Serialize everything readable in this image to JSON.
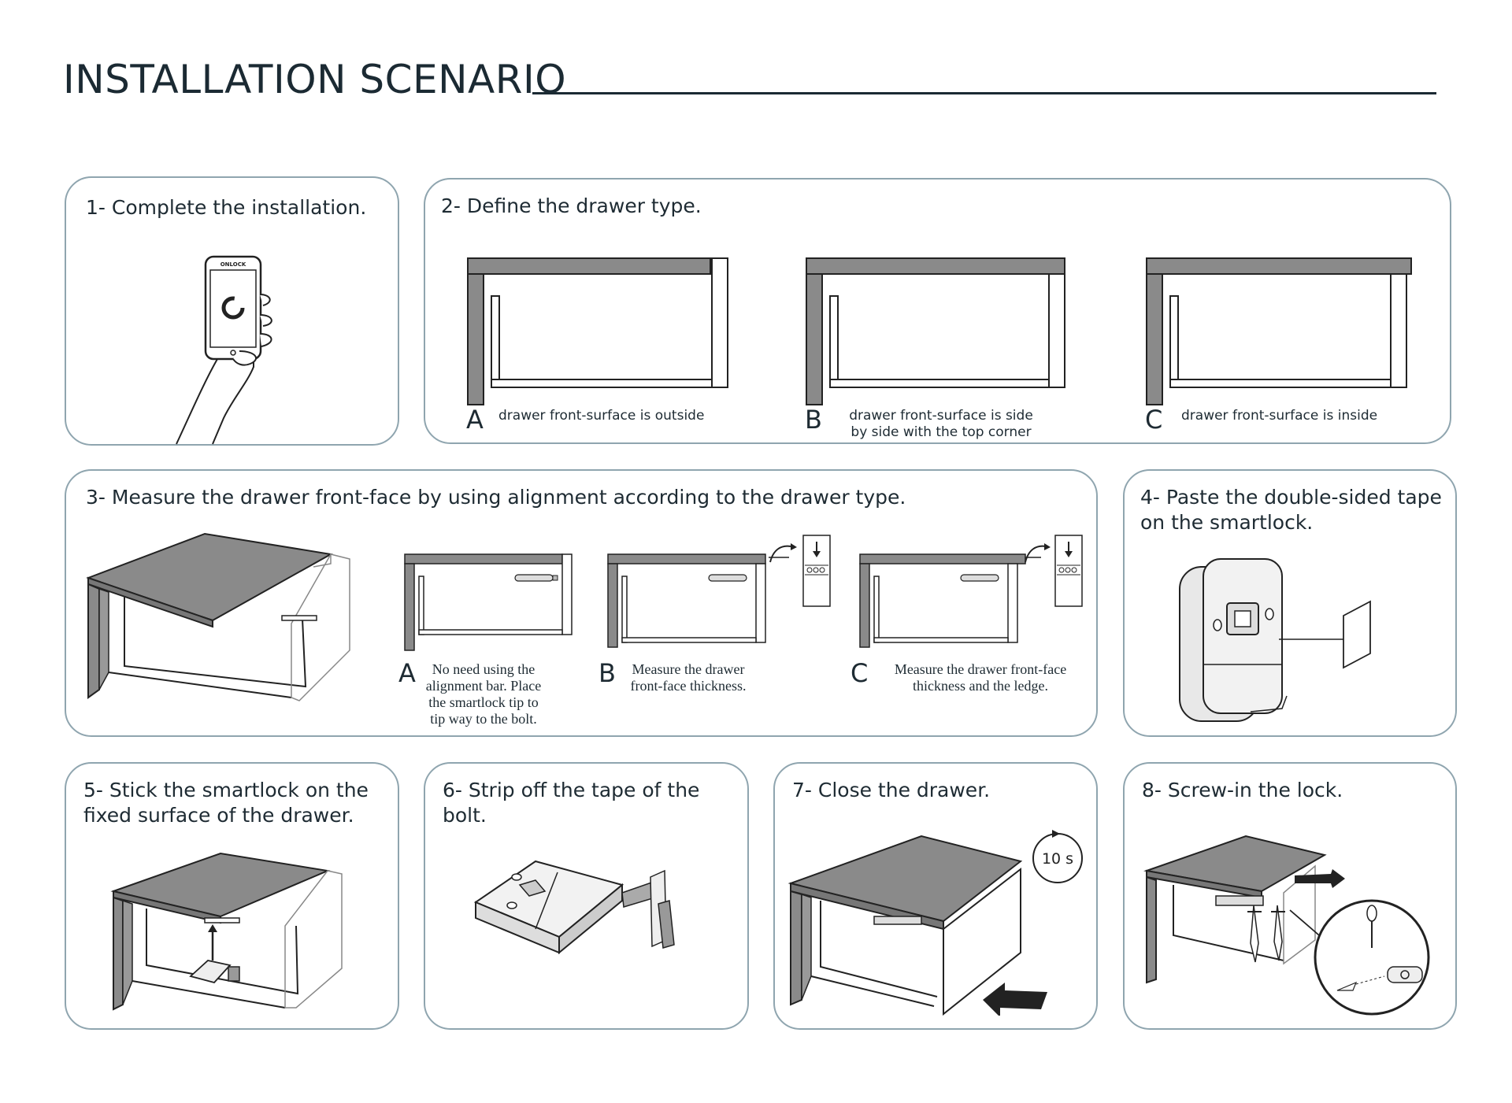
{
  "header": {
    "title": "INSTALLATION SCENARIO"
  },
  "steps": [
    {
      "label": "1- Complete the installation.",
      "phone_brand": "ONLOCK"
    },
    {
      "label": "2- Define the drawer type.",
      "types": [
        {
          "letter": "A",
          "caption": "drawer front-surface is outside"
        },
        {
          "letter": "B",
          "caption": "drawer front-surface is side\nby side with the top corner"
        },
        {
          "letter": "C",
          "caption": "drawer front-surface is inside"
        }
      ]
    },
    {
      "label": "3- Measure the drawer front-face by using alignment according to the drawer type.",
      "types": [
        {
          "letter": "A",
          "caption": "No need using the\nalignment bar. Place\nthe smartlock tip to\ntip way to the bolt."
        },
        {
          "letter": "B",
          "caption": "Measure the drawer\nfront-face thickness."
        },
        {
          "letter": "C",
          "caption": "Measure the drawer front-face\nthickness and the ledge."
        }
      ]
    },
    {
      "label": "4- Paste the double-sided tape\non the smartlock."
    },
    {
      "label": "5- Stick the smartlock on the\nfixed surface of the drawer."
    },
    {
      "label": "6- Strip off the tape of the bolt."
    },
    {
      "label": "7- Close the drawer.",
      "timer": "10 s"
    },
    {
      "label": "8- Screw-in the lock."
    }
  ],
  "colors": {
    "border": "#8fa5af",
    "text": "#1e2b33",
    "surface": "#8a8a8a",
    "line": "#222222"
  }
}
